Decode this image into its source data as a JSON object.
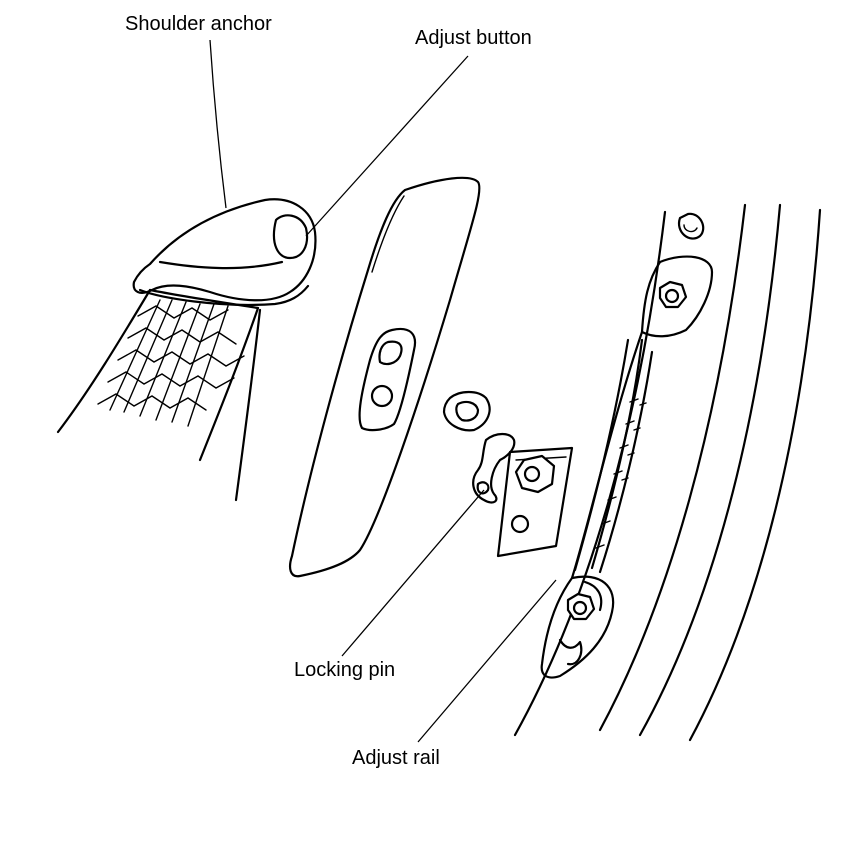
{
  "labels": {
    "shoulder_anchor": "Shoulder anchor",
    "adjust_button": "Adjust button",
    "locking_pin": "Locking pin",
    "adjust_rail": "Adjust rail"
  },
  "colors": {
    "ink": "#000000",
    "background": "#ffffff"
  }
}
